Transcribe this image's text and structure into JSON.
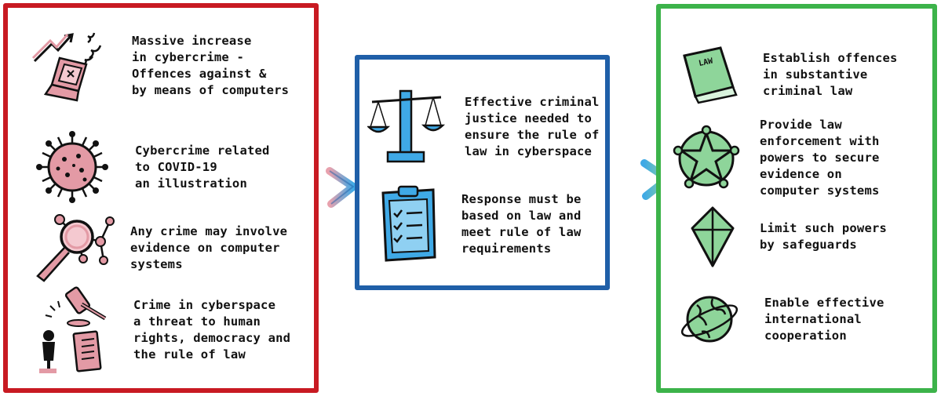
{
  "colors": {
    "left_border": "#c81a22",
    "middle_border": "#1f5fa8",
    "right_border": "#3cb34a",
    "pink_icon": "#e39aa5",
    "blue_icon": "#3fa9e6",
    "green_icon": "#8ed59a"
  },
  "left_panel": {
    "items": [
      {
        "icon": "laptop-trend-icon",
        "text": "Massive increase\nin cybercrime -\nOffences against &\nby means of computers"
      },
      {
        "icon": "virus-icon",
        "text": "Cybercrime related\nto COVID-19\nan illustration"
      },
      {
        "icon": "magnifier-network-icon",
        "text": "Any crime may involve\nevidence on computer\nsystems"
      },
      {
        "icon": "gavel-person-icon",
        "text": "Crime in cyberspace\na threat to human\nrights, democracy and\nthe rule of law"
      }
    ]
  },
  "middle_panel": {
    "items": [
      {
        "icon": "scales-icon",
        "text": "Effective criminal\njustice needed to\nensure the rule of\nlaw in cyberspace"
      },
      {
        "icon": "clipboard-checklist-icon",
        "text": "Response must be\nbased on law and\nmeet rule of law\nrequirements"
      }
    ]
  },
  "right_panel": {
    "items": [
      {
        "icon": "law-book-icon",
        "icon_label": "LAW",
        "text": "Establish offences\nin substantive\ncriminal law"
      },
      {
        "icon": "police-badge-icon",
        "text": "Provide law\nenforcement with\npowers to secure\nevidence on\ncomputer systems"
      },
      {
        "icon": "shield-icon",
        "text": "Limit such powers\nby safeguards"
      },
      {
        "icon": "globe-orbit-icon",
        "text": "Enable effective\ninternational\ncooperation"
      }
    ]
  }
}
